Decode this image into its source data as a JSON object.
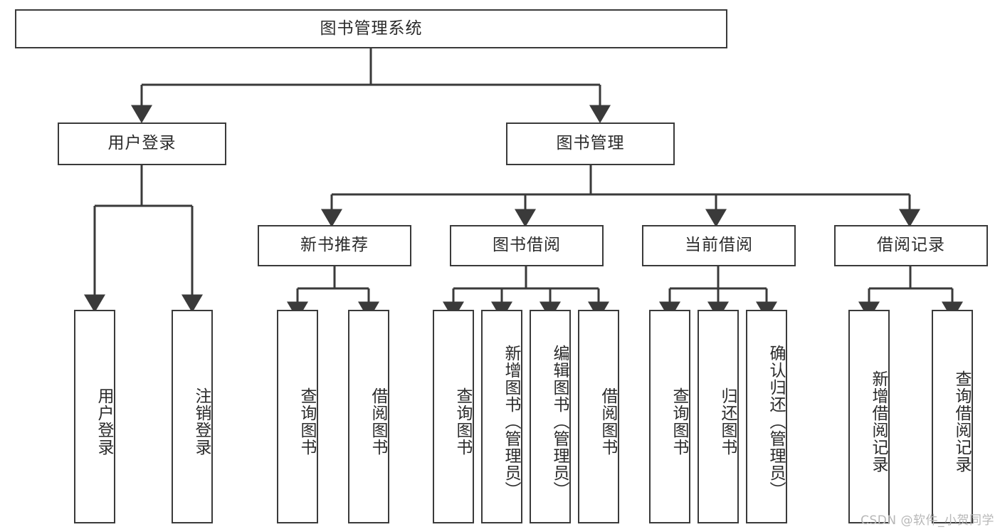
{
  "diagram": {
    "title": "图书管理系统",
    "type": "hierarchy-tree",
    "watermark": "CSDN @软件_小贺同学",
    "colors": {
      "box_border": "#3a3a3a",
      "box_fill": "#ffffff",
      "connector": "#3a3a3a",
      "text": "#2b2b2b",
      "watermark": "#b7b7b7",
      "background": "#ffffff"
    },
    "root": {
      "id": "root",
      "label": "图书管理系统",
      "orientation": "horizontal"
    },
    "level2": [
      {
        "id": "user-login",
        "label": "用户登录",
        "orientation": "horizontal"
      },
      {
        "id": "book-management",
        "label": "图书管理",
        "orientation": "horizontal"
      }
    ],
    "level3": [
      {
        "id": "new-book-recommend",
        "label": "新书推荐",
        "orientation": "horizontal",
        "parent": "book-management"
      },
      {
        "id": "book-borrow",
        "label": "图书借阅",
        "orientation": "horizontal",
        "parent": "book-management"
      },
      {
        "id": "current-borrow",
        "label": "当前借阅",
        "orientation": "horizontal",
        "parent": "book-management"
      },
      {
        "id": "borrow-record",
        "label": "借阅记录",
        "orientation": "horizontal",
        "parent": "book-management"
      }
    ],
    "leaves": [
      {
        "id": "leaf-user-login",
        "label": "用户登录",
        "parent": "user-login",
        "orientation": "vertical"
      },
      {
        "id": "leaf-user-logout",
        "label": "注销登录",
        "parent": "user-login",
        "orientation": "vertical"
      },
      {
        "id": "leaf-query-book-1",
        "label": "查询图书",
        "parent": "new-book-recommend",
        "orientation": "vertical"
      },
      {
        "id": "leaf-borrow-book-1",
        "label": "借阅图书",
        "parent": "new-book-recommend",
        "orientation": "vertical"
      },
      {
        "id": "leaf-query-book-2",
        "label": "查询图书",
        "parent": "book-borrow",
        "orientation": "vertical"
      },
      {
        "id": "leaf-add-book",
        "label": "新增图书（管理员）",
        "parent": "book-borrow",
        "orientation": "vertical"
      },
      {
        "id": "leaf-edit-book",
        "label": "编辑图书（管理员）",
        "parent": "book-borrow",
        "orientation": "vertical"
      },
      {
        "id": "leaf-borrow-book-2",
        "label": "借阅图书",
        "parent": "book-borrow",
        "orientation": "vertical"
      },
      {
        "id": "leaf-query-book-3",
        "label": "查询图书",
        "parent": "current-borrow",
        "orientation": "vertical"
      },
      {
        "id": "leaf-return-book",
        "label": "归还图书",
        "parent": "current-borrow",
        "orientation": "vertical"
      },
      {
        "id": "leaf-confirm-return",
        "label": "确认归还（管理员）",
        "parent": "current-borrow",
        "orientation": "vertical"
      },
      {
        "id": "leaf-add-record",
        "label": "新增借阅记录",
        "parent": "borrow-record",
        "orientation": "vertical"
      },
      {
        "id": "leaf-query-record",
        "label": "查询借阅记录",
        "parent": "borrow-record",
        "orientation": "vertical"
      }
    ]
  }
}
